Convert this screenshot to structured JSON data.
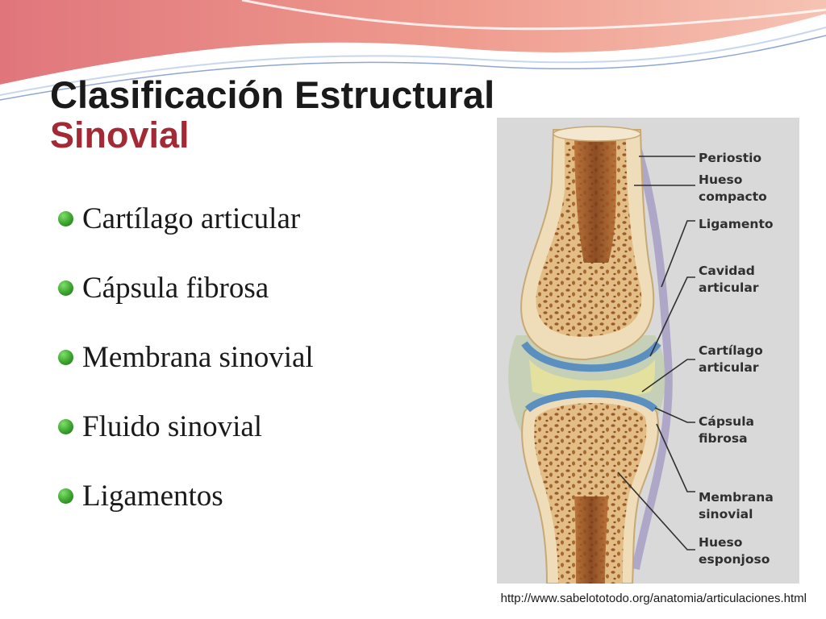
{
  "slide": {
    "title": "Clasificación Estructural",
    "subtitle": "Sinovial",
    "bullets": [
      "Cartílago articular",
      "Cápsula fibrosa",
      "Membrana sinovial",
      "Fluido sinovial",
      "Ligamentos"
    ],
    "source_url": "http://www.sabelototodo.org/anatomia/articulaciones.html"
  },
  "figure": {
    "labels": {
      "periostio": "Periostio",
      "hueso_compacto_1": "Hueso",
      "hueso_compacto_2": "compacto",
      "ligamento": "Ligamento",
      "cavidad_1": "Cavidad",
      "cavidad_2": "articular",
      "cartilago_1": "Cartílago",
      "cartilago_2": "articular",
      "capsula_1": "Cápsula",
      "capsula_2": "fibrosa",
      "membrana_1": "Membrana",
      "membrana_2": "sinovial",
      "esponjoso_1": "Hueso",
      "esponjoso_2": "esponjoso"
    }
  },
  "colors": {
    "title": "#1a1a1a",
    "subtitle": "#a32a35",
    "bullet": "#3aa32d",
    "wave_pink": "#e07a7a"
  }
}
